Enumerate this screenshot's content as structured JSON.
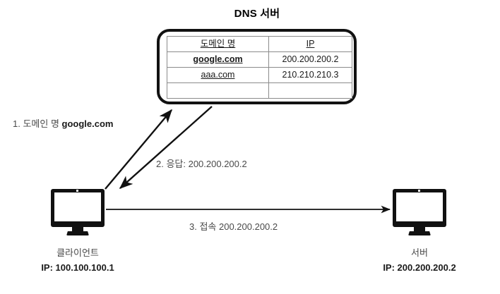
{
  "diagram": {
    "title": "DNS 서버",
    "background": "#ffffff",
    "line_color": "#111111"
  },
  "dns_table": {
    "headers": [
      "도메인 명",
      "IP"
    ],
    "rows": [
      {
        "domain": "google.com",
        "ip": "200.200.200.2",
        "bold": true
      },
      {
        "domain": "aaa.com",
        "ip": "210.210.210.3",
        "bold": false
      },
      {
        "domain": "",
        "ip": "",
        "bold": false
      }
    ]
  },
  "steps": {
    "step1_prefix": "1. 도메인 명 ",
    "step1_value": "google.com",
    "step2": "2. 응답: 200.200.200.2",
    "step3": "3. 접속 200.200.200.2"
  },
  "nodes": {
    "client": {
      "caption": "클라이언트",
      "ip": "IP: 100.100.100.1"
    },
    "server": {
      "caption": "서버",
      "ip": "IP: 200.200.200.2"
    }
  }
}
